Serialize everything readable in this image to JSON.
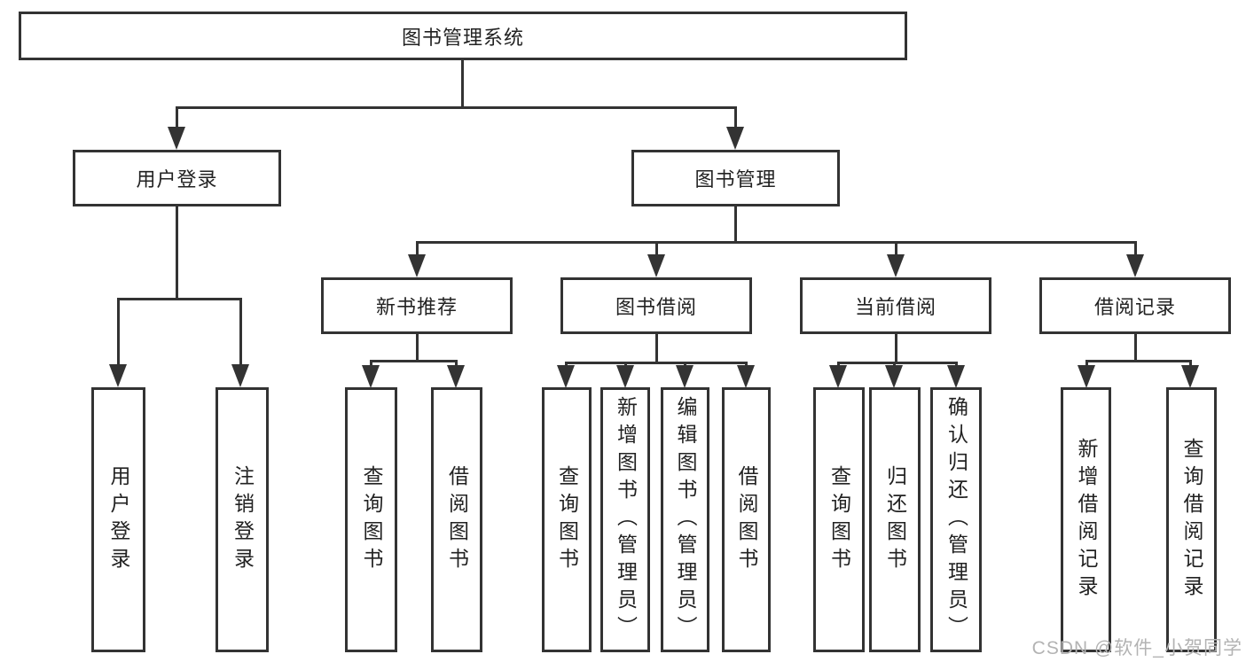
{
  "diagram": {
    "title": "图书管理系统",
    "root": {
      "label": "图书管理系统"
    },
    "branches": [
      {
        "label": "用户登录",
        "children": [
          {
            "label": "用户登录"
          },
          {
            "label": "注销登录"
          }
        ]
      },
      {
        "label": "图书管理",
        "children": [
          {
            "label": "新书推荐",
            "children": [
              {
                "label": "查询图书"
              },
              {
                "label": "借阅图书"
              }
            ]
          },
          {
            "label": "图书借阅",
            "children": [
              {
                "label": "查询图书"
              },
              {
                "label": "新增图书（管理员）"
              },
              {
                "label": "编辑图书（管理员）"
              },
              {
                "label": "借阅图书"
              }
            ]
          },
          {
            "label": "当前借阅",
            "children": [
              {
                "label": "查询图书"
              },
              {
                "label": "归还图书"
              },
              {
                "label": "确认归还（管理员）"
              }
            ]
          },
          {
            "label": "借阅记录",
            "children": [
              {
                "label": "新增借阅记录"
              },
              {
                "label": "查询借阅记录"
              }
            ]
          }
        ]
      }
    ]
  },
  "watermark": {
    "text": "CSDN @软件_小贺同学"
  },
  "colors": {
    "line": "#333333",
    "text": "#222222",
    "watermark": "#b3b3b3",
    "background": "#ffffff"
  }
}
